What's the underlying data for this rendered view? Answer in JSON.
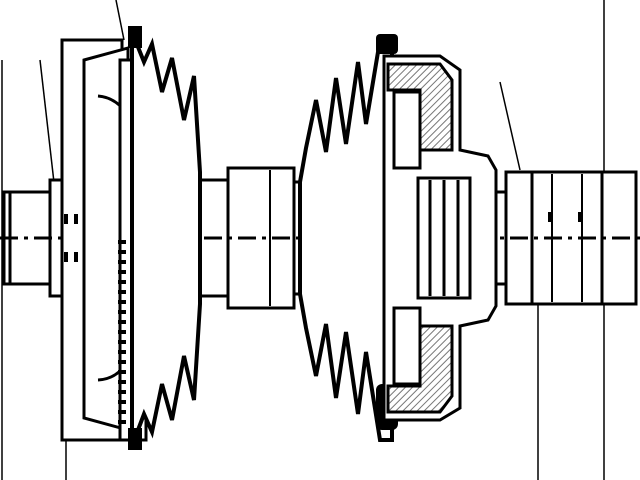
{
  "diagram": {
    "colors": {
      "line": "#000000",
      "fill": "#ffffff",
      "hatch": "#9a9a9a",
      "background": "#ffffff"
    },
    "callouts": [
      {
        "id": "a",
        "text": ""
      },
      {
        "id": "b",
        "text": ""
      },
      {
        "id": "c",
        "text": ""
      },
      {
        "id": "d",
        "text": ""
      },
      {
        "id": "e",
        "text": ""
      }
    ]
  }
}
